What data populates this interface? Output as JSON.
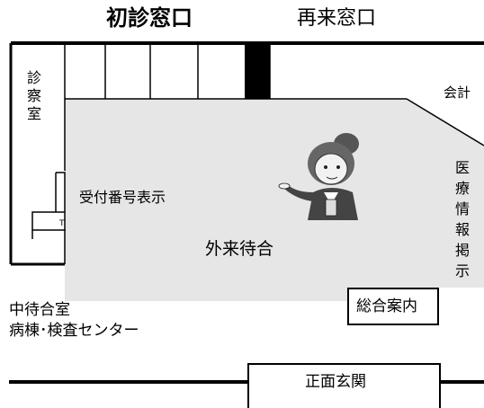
{
  "header": {
    "initial_window": "初診窓口",
    "return_window": "再来窓口"
  },
  "rooms": {
    "exam_room": "診察室",
    "accounting": "会計",
    "medical_info_board": "医療情報掲示",
    "reception_number_display": "受付番号表示",
    "outpatient_waiting": "外来待合",
    "middle_waiting_room": "中待合室",
    "ward_and_lab_center": "病棟･検査センター",
    "general_information": "総合案内",
    "main_entrance": "正面玄関"
  },
  "colors": {
    "floor": "#e6e6e6",
    "wall": "#000000",
    "pillar": "#000000"
  }
}
